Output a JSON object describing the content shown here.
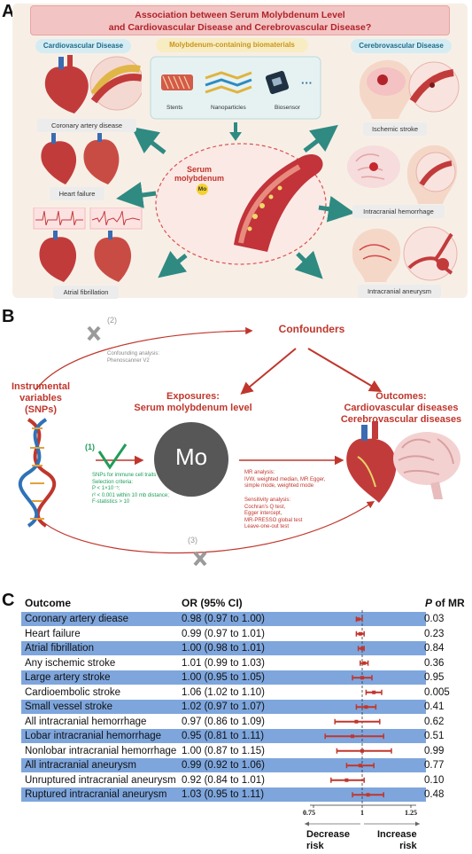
{
  "panel_a": {
    "letter": "A",
    "title_line1": "Association between Serum Molybdenum Level",
    "title_line2": "and Cardiovascular Disease and Cerebrovascular Disease?",
    "cardio_header": "Cardiovascular Disease",
    "biomaterial_header": "Molybdenum-containing  biomaterials",
    "cerebro_header": "Cerebrovascular Disease",
    "biomaterials": [
      "Stents",
      "Nanoparticles",
      "Biosensor"
    ],
    "biomaterial_more": "···",
    "center_label_line1": "Serum",
    "center_label_line2": "molybdenum",
    "mo_symbol": "Mo",
    "cardio_diseases": [
      "Coronary artery disease",
      "Heart failure",
      "Atrial fibrillation"
    ],
    "cerebro_diseases": [
      "Ischemic stroke",
      "Intracranial hemorrhage",
      "Intracranial aneurysm"
    ]
  },
  "panel_b": {
    "letter": "B",
    "circle2": "(2)",
    "circle1": "(1)",
    "circle3": "(3)",
    "confounding_line1": "Confounding analysis:",
    "confounding_line2": "Phenoscanner V2",
    "confounders": "Confounders",
    "instrumental_line1": "Instrumental",
    "instrumental_line2": "variables",
    "instrumental_line3": "(SNPs)",
    "exposures_line1": "Exposures:",
    "exposures_line2": "Serum molybdenum level",
    "outcomes_line1": "Outcomes:",
    "outcomes_line2": "Cardiovascular diseases",
    "outcomes_line3": "Cerebrovascular diseases",
    "mo_symbol": "Mo",
    "snp_criteria": [
      "SNPs for immune cell traits",
      "Selection criteria:",
      "P < 1×10⁻⁵;",
      "r² < 0.001 within 10 mb distance;",
      "F-statistics > 10"
    ],
    "mr_analysis": [
      "MR analysis:",
      "IVW,  weighted median, MR Egger,",
      "simple mode, weighted mode"
    ],
    "sensitivity_analysis": [
      "Sensitivity analysis:",
      "Cochran's Q test,",
      "Egger intercept,",
      "MR-PRESSO global test",
      "Leave-one-out test"
    ]
  },
  "panel_c": {
    "letter": "C",
    "col_outcome": "Outcome",
    "col_or": "OR (95% CI)",
    "col_p_italic": "P",
    "col_p_rest": " of MR",
    "tick_labels": [
      "0.75",
      "1",
      "1.25"
    ],
    "decrease_line1": "Decrease",
    "decrease_line2": "risk",
    "increase_line1": "Increase",
    "increase_line2": "risk",
    "band_color": "#7ea6dd",
    "ci_color": "#c0362c"
  },
  "chart_data": {
    "type": "forest",
    "x_scale": "OR",
    "xlim": [
      0.75,
      1.25
    ],
    "reference_line": 1,
    "xticks": [
      0.75,
      1,
      1.25
    ],
    "rows": [
      {
        "outcome": "Coronary artery diease",
        "or_text": "0.98 (0.97 to 1.00)",
        "or": 0.98,
        "lo": 0.97,
        "hi": 1.0,
        "p": "0.03"
      },
      {
        "outcome": "Heart failure",
        "or_text": "0.99 (0.97 to 1.01)",
        "or": 0.99,
        "lo": 0.97,
        "hi": 1.01,
        "p": "0.23"
      },
      {
        "outcome": "Atrial fibrillation",
        "or_text": "1.00 (0.98 to 1.01)",
        "or": 1.0,
        "lo": 0.98,
        "hi": 1.01,
        "p": "0.84"
      },
      {
        "outcome": "Any ischemic stroke",
        "or_text": "1.01 (0.99 to 1.03)",
        "or": 1.01,
        "lo": 0.99,
        "hi": 1.03,
        "p": "0.36"
      },
      {
        "outcome": "Large artery stroke",
        "or_text": "1.00 (0.95 to 1.05)",
        "or": 1.0,
        "lo": 0.95,
        "hi": 1.05,
        "p": "0.95"
      },
      {
        "outcome": "Cardioembolic stroke",
        "or_text": "1.06 (1.02 to 1.10)",
        "or": 1.06,
        "lo": 1.02,
        "hi": 1.1,
        "p": "0.005"
      },
      {
        "outcome": "Small vessel stroke",
        "or_text": "1.02 (0.97 to 1.07)",
        "or": 1.02,
        "lo": 0.97,
        "hi": 1.07,
        "p": "0.41"
      },
      {
        "outcome": "All intracranial hemorrhage",
        "or_text": "0.97 (0.86 to 1.09)",
        "or": 0.97,
        "lo": 0.86,
        "hi": 1.09,
        "p": "0.62"
      },
      {
        "outcome": "Lobar intracranial hemorrhage",
        "or_text": "0.95 (0.81 to 1.11)",
        "or": 0.95,
        "lo": 0.81,
        "hi": 1.11,
        "p": "0.51"
      },
      {
        "outcome": "Nonlobar intracranial hemorrhage",
        "or_text": "1.00 (0.87 to 1.15)",
        "or": 1.0,
        "lo": 0.87,
        "hi": 1.15,
        "p": "0.99"
      },
      {
        "outcome": "All intracranial aneurysm",
        "or_text": "0.99 (0.92 to 1.06)",
        "or": 0.99,
        "lo": 0.92,
        "hi": 1.06,
        "p": "0.77"
      },
      {
        "outcome": "Unruptured intracranial aneurysm",
        "or_text": "0.92 (0.84 to 1.01)",
        "or": 0.92,
        "lo": 0.84,
        "hi": 1.01,
        "p": "0.10"
      },
      {
        "outcome": "Ruptured intracranial aneurysm",
        "or_text": "1.03 (0.95 to 1.11)",
        "or": 1.03,
        "lo": 0.95,
        "hi": 1.11,
        "p": "0.48"
      }
    ],
    "banded_rows": [
      0,
      2,
      4,
      6,
      8,
      10,
      12
    ]
  }
}
